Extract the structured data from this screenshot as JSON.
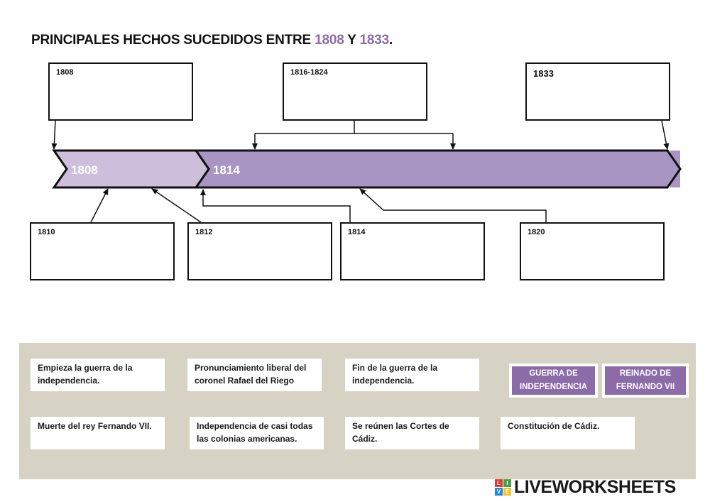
{
  "title": {
    "prefix": "PRINCIPALES HECHOS SUCEDIDOS ENTRE ",
    "year_start": "1808",
    "middle": " Y ",
    "year_end": "1833",
    "suffix": "."
  },
  "timeline": {
    "segment_1_label": "1808",
    "segment_2_label": "1814"
  },
  "top_boxes": [
    {
      "year": "1808"
    },
    {
      "year": "1816-1824"
    },
    {
      "year": "1833"
    }
  ],
  "bottom_boxes": [
    {
      "year": "1810"
    },
    {
      "year": "1812"
    },
    {
      "year": "1814"
    },
    {
      "year": "1820"
    }
  ],
  "answer_cards": [
    "Empieza la guerra de la independencia.",
    "Pronunciamiento liberal del coronel Rafael del Riego",
    "Fin de la guerra de la independencia.",
    "Muerte del rey Fernando VII.",
    "Independencia de casi todas las colonias americanas.",
    "Se reúnen las Cortes de Cádiz.",
    "Constitución de Cádiz."
  ],
  "period_tags": [
    "GUERRA DE INDEPENDENCIA",
    "REINADO DE FERNANDO VII"
  ],
  "brand": {
    "name": "LIVEWORKSHEETS",
    "colors": [
      "#e53935",
      "#43a047",
      "#1e88e5",
      "#fbc02d"
    ]
  },
  "colors": {
    "accent": "#8b6ba8",
    "segment_light": "#cdbfdc",
    "segment_dark": "#a995c3",
    "bank": "#d6d2c4"
  }
}
